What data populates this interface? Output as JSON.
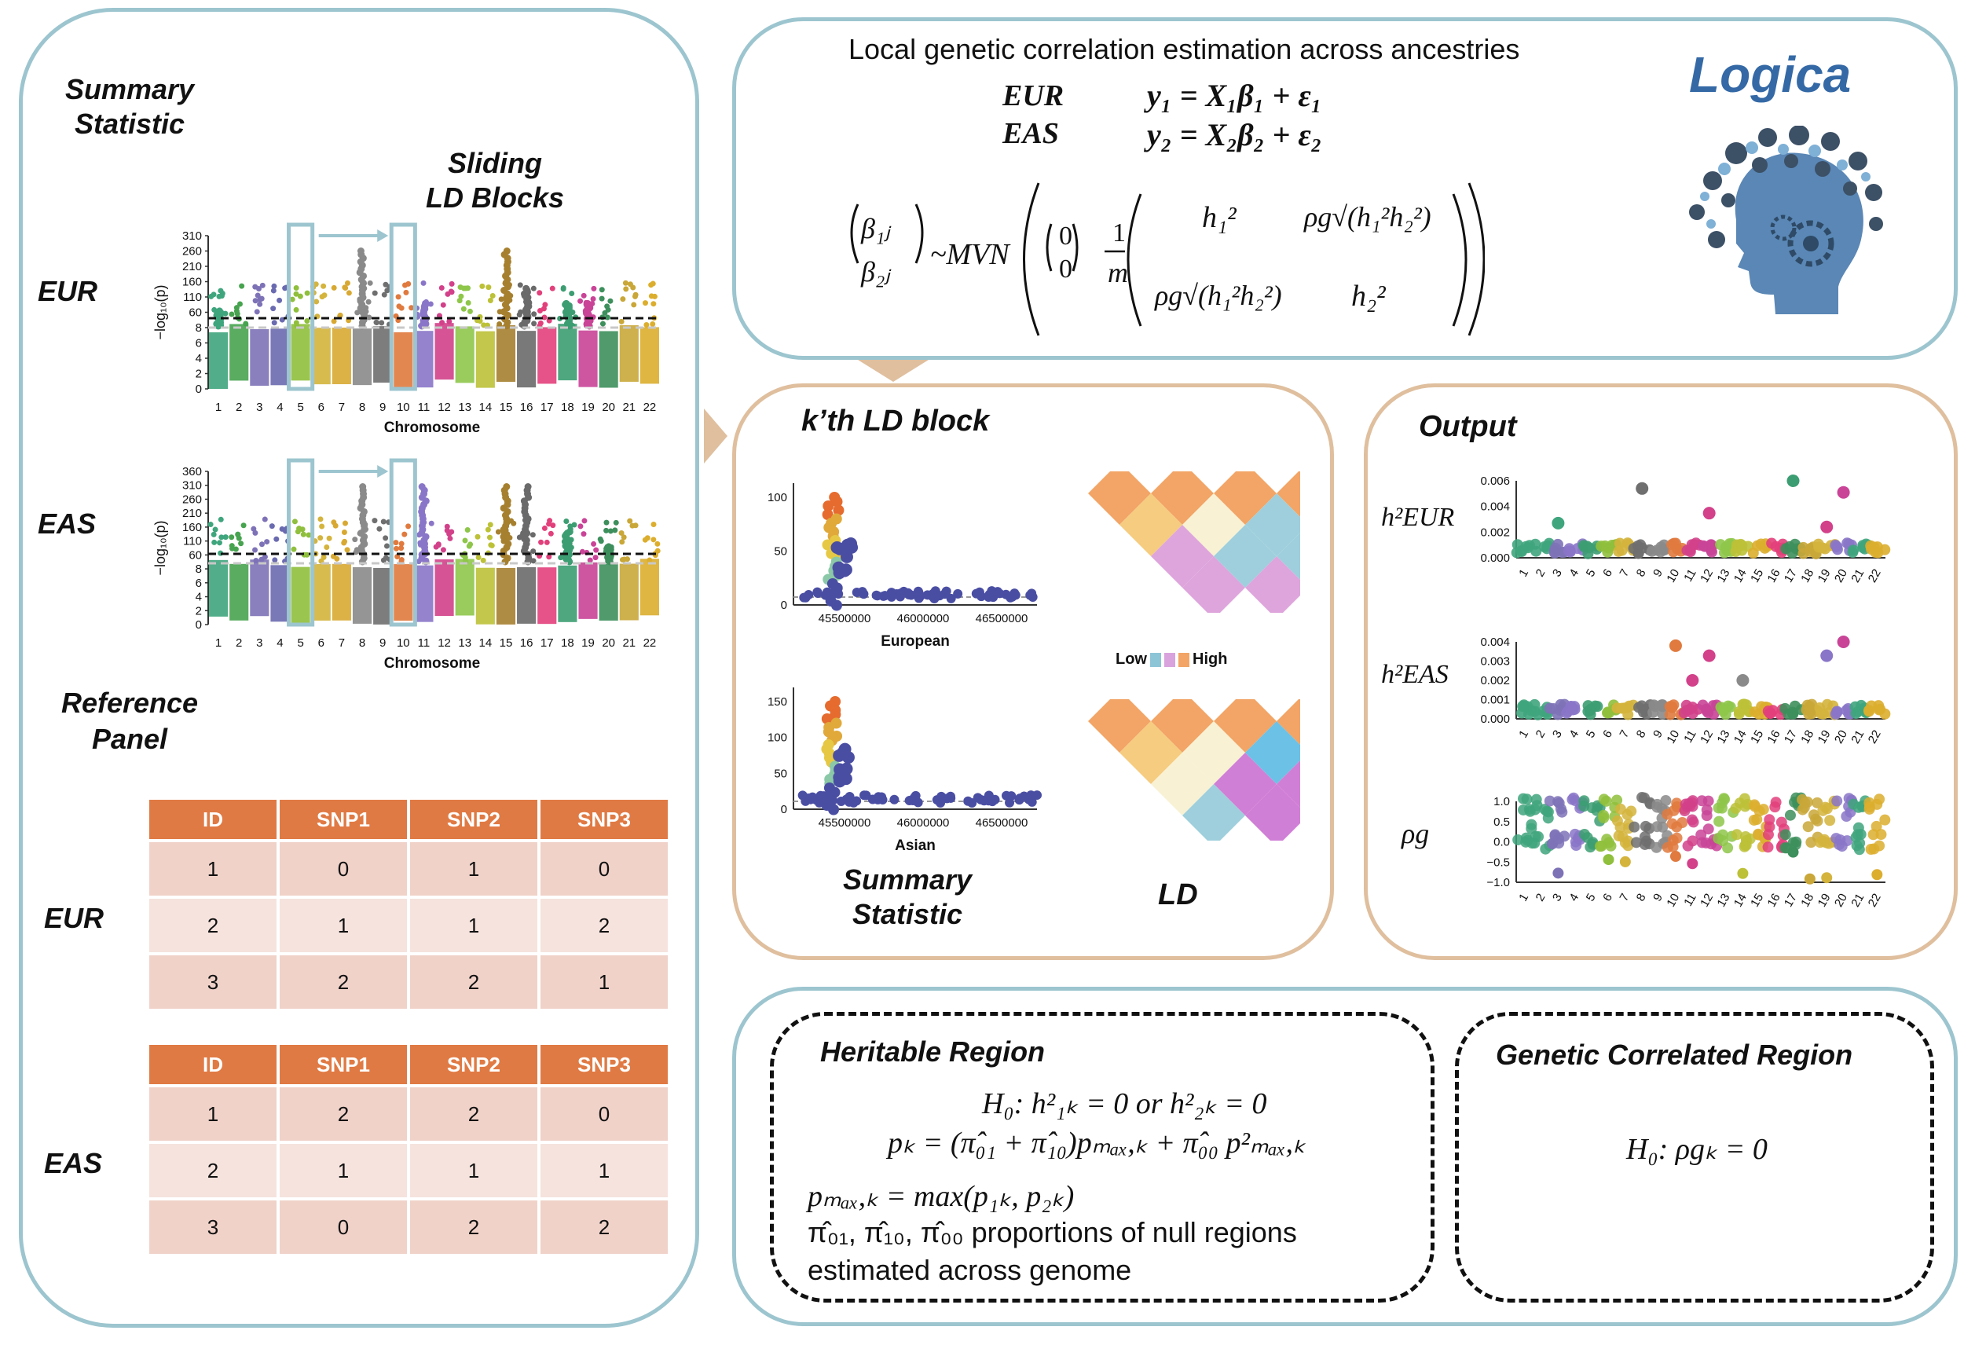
{
  "left": {
    "summary_title": "Summary\nStatistic",
    "sliding_title": "Sliding\nLD Blocks",
    "eur_label": "EUR",
    "eas_label": "EAS",
    "ylabel": "−log₁₀(p)",
    "xlabel": "Chromosome",
    "eur_yticks": [
      "310",
      "260",
      "210",
      "160",
      "110",
      "60",
      "8",
      "6",
      "4",
      "2",
      "0"
    ],
    "eas_yticks": [
      "360",
      "310",
      "260",
      "210",
      "160",
      "110",
      "60",
      "8",
      "6",
      "4",
      "2",
      "0"
    ],
    "chromosomes": [
      "1",
      "2",
      "3",
      "4",
      "5",
      "6",
      "7",
      "8",
      "9",
      "10",
      "11",
      "12",
      "13",
      "14",
      "15",
      "16",
      "17",
      "18",
      "19",
      "20",
      "21",
      "22"
    ],
    "reference_title": "Reference\nPanel",
    "table_headers": [
      "ID",
      "SNP1",
      "SNP2",
      "SNP3"
    ],
    "eur_table": [
      [
        "1",
        "0",
        "1",
        "0"
      ],
      [
        "2",
        "1",
        "1",
        "2"
      ],
      [
        "3",
        "2",
        "2",
        "1"
      ]
    ],
    "eas_table": [
      [
        "1",
        "2",
        "2",
        "0"
      ],
      [
        "2",
        "1",
        "1",
        "1"
      ],
      [
        "3",
        "0",
        "2",
        "2"
      ]
    ]
  },
  "top": {
    "title": "Local genetic correlation estimation across ancestries",
    "logo": "Logica",
    "eur_label": "EUR",
    "eas_label": "EAS",
    "eq1": "y₁ = X₁β₁ + ε₁",
    "eq2": "y₂ = X₂β₂ + ε₂",
    "mvn": "~MVN",
    "beta1": "β₁ⱼ",
    "beta2": "β₂ⱼ",
    "zero": "0",
    "frac_num": "1",
    "frac_den": "m",
    "m11": "h₁²",
    "m12": "ρg√(h₁²h₂²)",
    "m21": "ρg√(h₁²h₂²)",
    "m22": "h₂²"
  },
  "ld": {
    "title": "k’th LD block",
    "euro_label": "European",
    "asian_label": "Asian",
    "xticks": [
      "45500000",
      "46000000",
      "46500000"
    ],
    "euro_yticks": [
      "100",
      "50",
      "0"
    ],
    "asian_yticks": [
      "150",
      "100",
      "50",
      "0"
    ],
    "summary_label": "Summary\nStatistic",
    "ld_label": "LD",
    "legend_low": "Low",
    "legend_high": "High"
  },
  "output": {
    "title": "Output",
    "h_eur": "h²EUR",
    "h_eas": "h²EAS",
    "rho": "ρg",
    "eur_yticks": [
      "0.006",
      "0.004",
      "0.002",
      "0.000"
    ],
    "eas_yticks": [
      "0.004",
      "0.003",
      "0.002",
      "0.001",
      "0.000"
    ],
    "rho_yticks": [
      "1.0",
      "0.5",
      "0.0",
      "−0.5",
      "−1.0"
    ],
    "xticks": [
      "1",
      "2",
      "3",
      "4",
      "5",
      "6",
      "7",
      "8",
      "9",
      "10",
      "11",
      "12",
      "13",
      "14",
      "15",
      "16",
      "17",
      "18",
      "19",
      "20",
      "21",
      "22"
    ]
  },
  "bottom": {
    "heritable_title": "Heritable Region",
    "h0": "H₀: h²₁ₖ = 0 or h²₂ₖ = 0",
    "pk": "pₖ = (π̂₀₁ + π̂₁₀)pₘₐₓ,ₖ + π̂₀₀ p²ₘₐₓ,ₖ",
    "pmax": "pₘₐₓ,ₖ = max(p₁ₖ, p₂ₖ)",
    "props": "π̂₀₁, π̂₁₀, π̂₀₀ proportions of null regions",
    "props2": "estimated across genome",
    "genetic_title": "Genetic Correlated Region",
    "h0g": "H₀: ρgₖ = 0"
  }
}
